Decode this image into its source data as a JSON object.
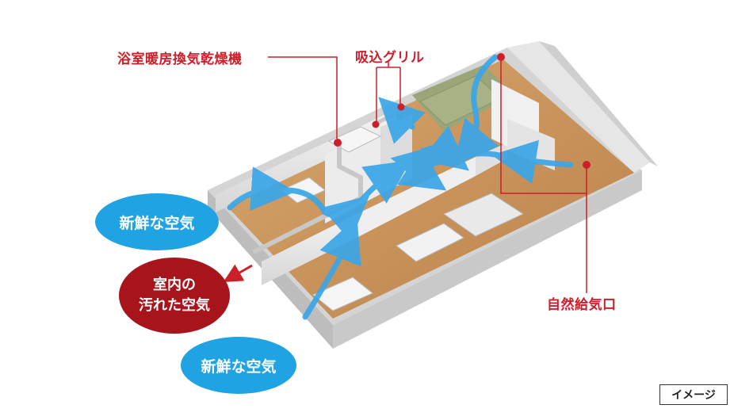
{
  "labels": {
    "bath_dryer": "浴室暖房換気乾燥機",
    "intake_grille": "吸込グリル",
    "natural_air_inlet": "自然給気口"
  },
  "bubbles": {
    "fresh_air_top": "新鮮な空気",
    "indoor_dirty_line1": "室内の",
    "indoor_dirty_line2": "汚れた空気",
    "fresh_air_bottom": "新鮮な空気"
  },
  "badge": "イメージ",
  "colors": {
    "accent_red": "#cc1f2a",
    "bubble_blue": "#1fa3e3",
    "bubble_dark_red": "#a8141c",
    "airflow_arrow": "#3aa6e8",
    "floor_wood": "#c9955d",
    "wall_light": "#e8e8e8"
  }
}
